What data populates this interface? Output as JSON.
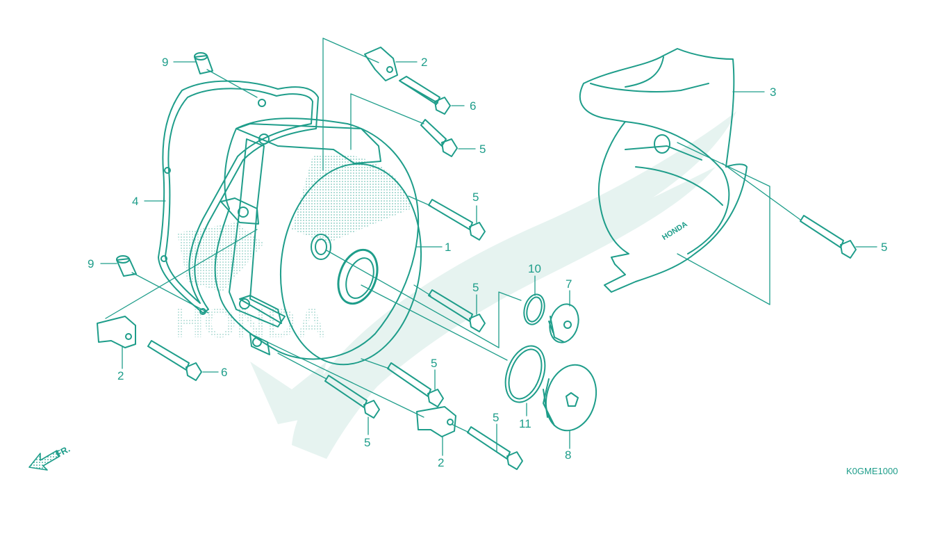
{
  "colors": {
    "line": "#1e9d8a",
    "watermark": "#e4f2ef",
    "background": "#ffffff"
  },
  "watermark": {
    "text": "HONDA",
    "icon": "honda-wing-logo"
  },
  "direction": {
    "label": "FR.",
    "icon": "arrow-down-left-icon"
  },
  "diagram_code": "K0GME1000",
  "callouts": {
    "c9a": "9",
    "c2a": "2",
    "c6a": "6",
    "c5a": "5",
    "c3": "3",
    "c4": "4",
    "c5b": "5",
    "c1": "1",
    "c9b": "9",
    "c10": "10",
    "c7": "7",
    "c5c": "5",
    "c5d": "5",
    "c2b": "2",
    "c6b": "6",
    "c5e": "5",
    "c5f": "5",
    "c11": "11",
    "c8": "8",
    "c2c": "2"
  }
}
